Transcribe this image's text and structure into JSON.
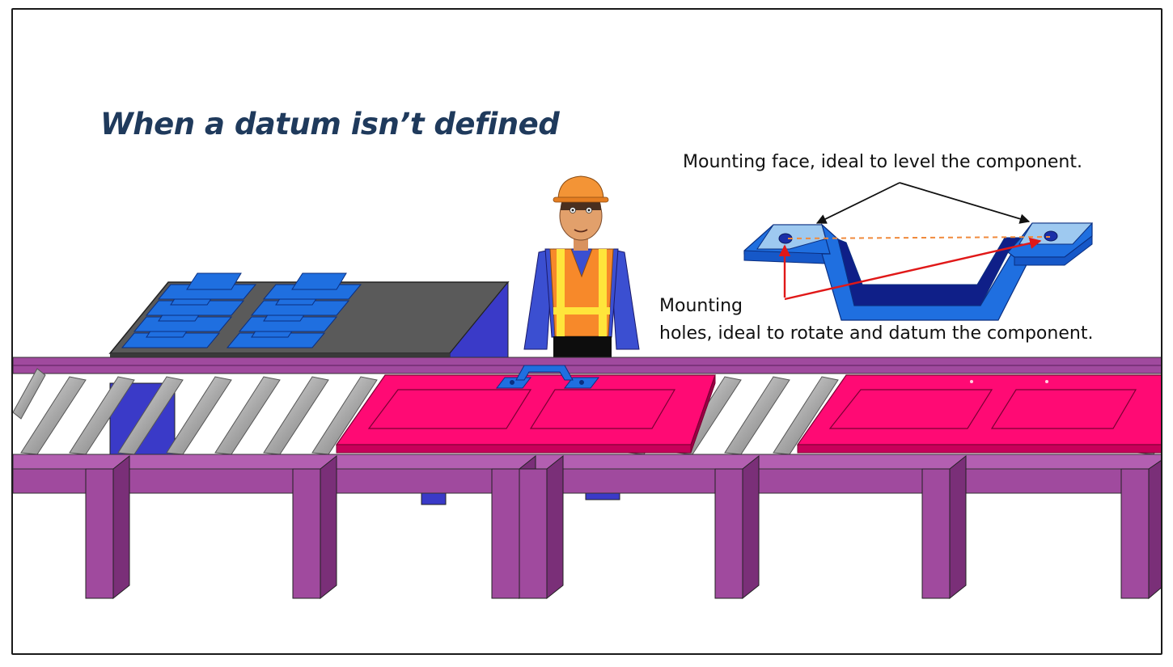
{
  "title": "When a datum isn’t defined",
  "annotations": {
    "mounting_face": "Mounting face, ideal to level the component.",
    "mounting_holes_line1": "Mounting",
    "mounting_holes_line2": "holes, ideal to rotate and datum the component."
  },
  "colors": {
    "title": "#1f3a5c",
    "conveyor": "#a04a9e",
    "roller": "#9a9a9a",
    "plate": "#ff0a74",
    "bracket": "#1f6fe0",
    "table": "#595959",
    "arrow_red": "#e01818",
    "dash_orange": "#f08a3c"
  }
}
